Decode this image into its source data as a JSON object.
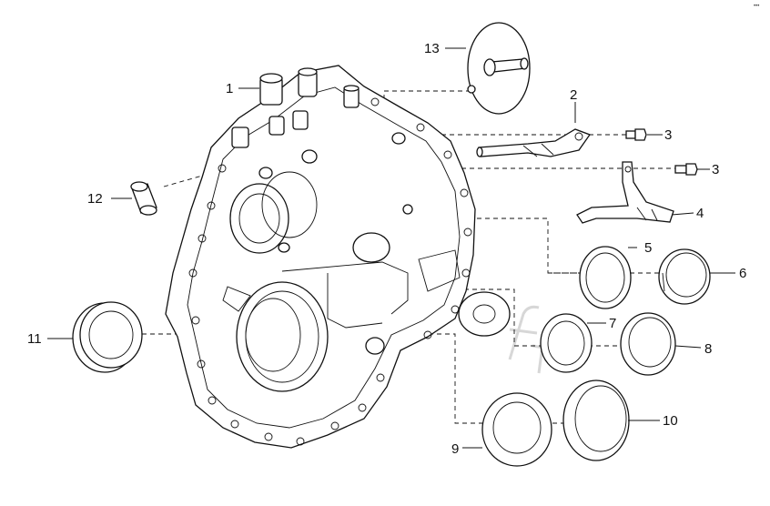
{
  "corner_mark": "•••",
  "callouts": {
    "p1": "1",
    "p2": "2",
    "p3a": "3",
    "p3b": "3",
    "p4": "4",
    "p5": "5",
    "p6": "6",
    "p7": "7",
    "p8": "8",
    "p9": "9",
    "p10": "10",
    "p11": "11",
    "p12": "12",
    "p13": "13"
  }
}
